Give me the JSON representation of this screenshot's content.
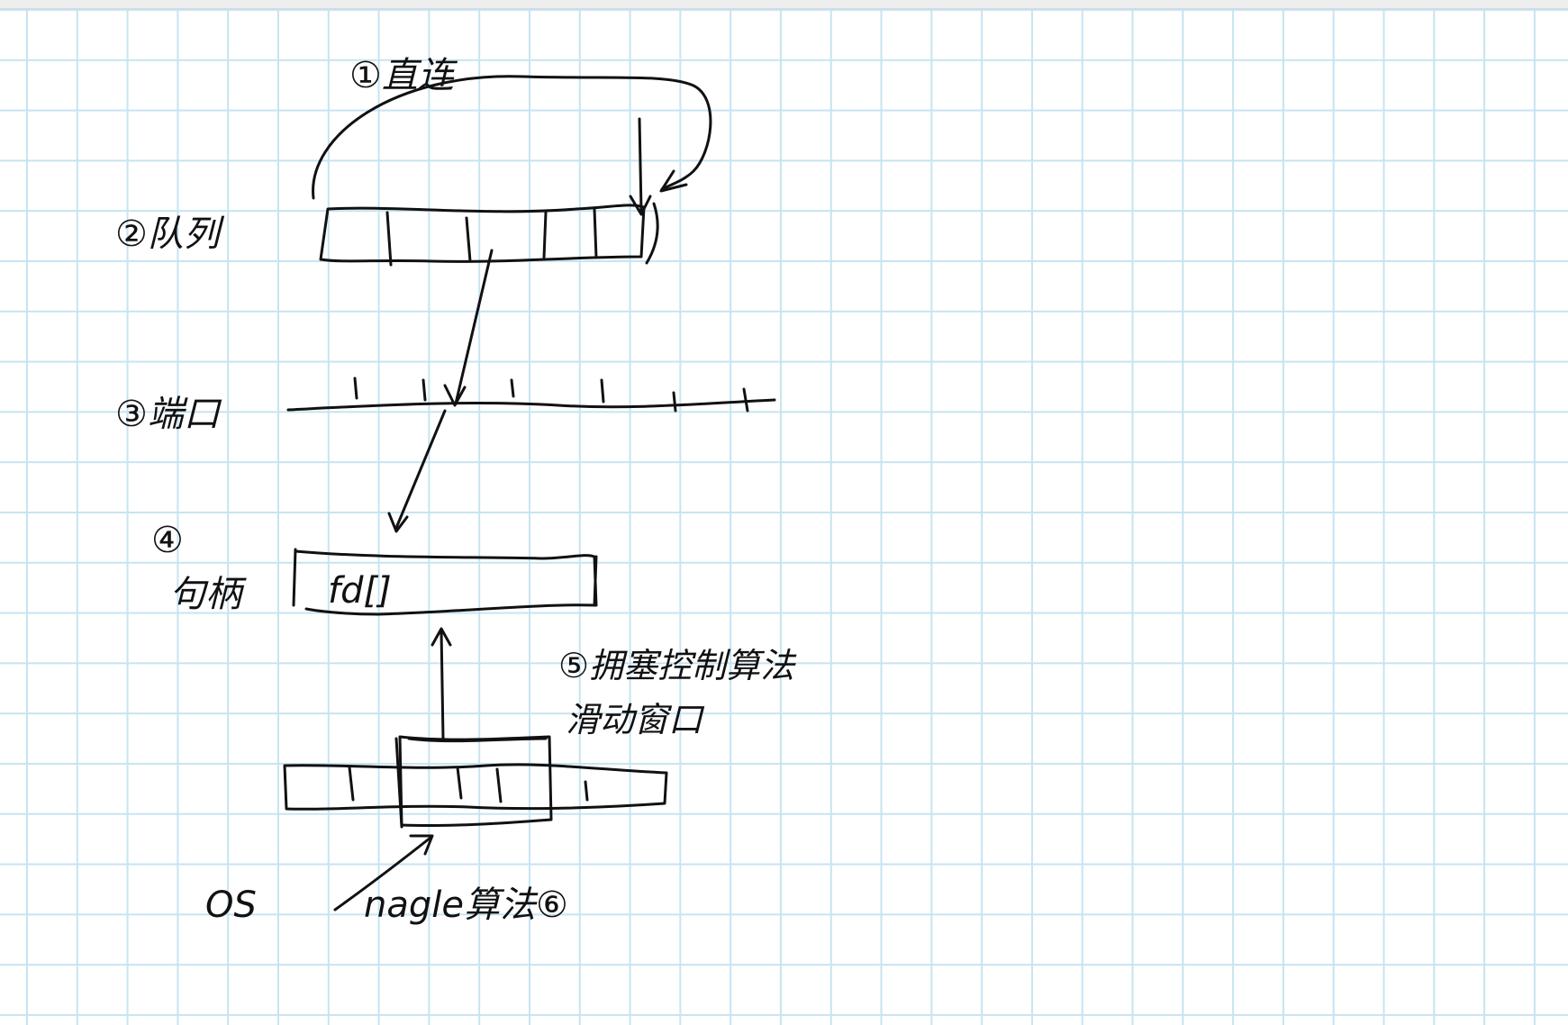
{
  "labels": {
    "step1": "①直连",
    "step2": "②队列",
    "step3": "③端口",
    "step4_num": "④",
    "step4": "句柄",
    "fd": "fd[]",
    "step5_line1": "⑤拥塞控制算法",
    "step5_line2": "滑动窗口",
    "os": "OS",
    "step6": "nagle算法⑥"
  },
  "colors": {
    "ink": "#111111",
    "grid": "#c6e4f2",
    "paper": "#ffffff"
  }
}
